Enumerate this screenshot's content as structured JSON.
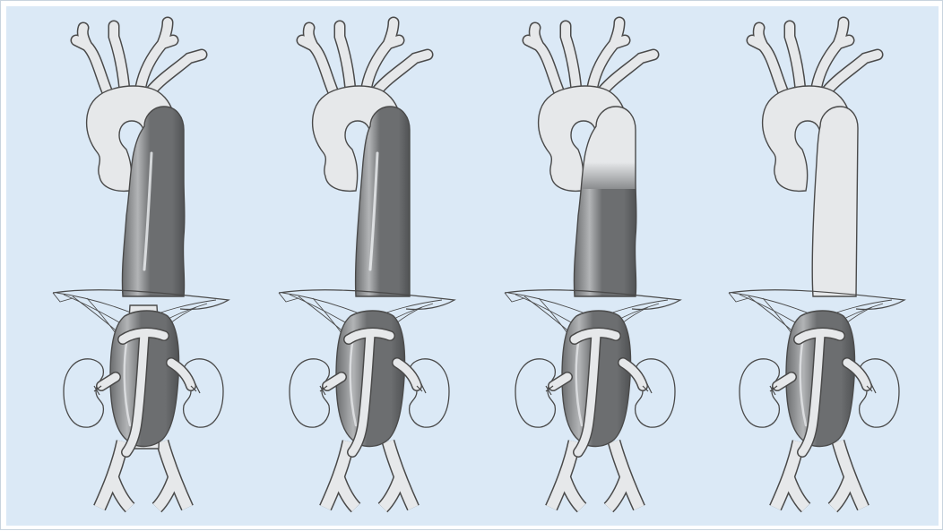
{
  "figure": {
    "background": "#dbe9f6",
    "colors": {
      "vessel_fill": "#e6e8ea",
      "vessel_stroke": "#4a4a4a",
      "disease_dark": "#6c6e70",
      "disease_light": "#b2b4b6",
      "highlight": "#eef0f2"
    },
    "panels": [
      {
        "id": "panel-1",
        "thoracic_disease": "extensive",
        "abdominal_disease": "extensive"
      },
      {
        "id": "panel-2",
        "thoracic_disease": "extensive",
        "abdominal_disease": "extensive"
      },
      {
        "id": "panel-3",
        "thoracic_disease": "distal",
        "abdominal_disease": "extensive"
      },
      {
        "id": "panel-4",
        "thoracic_disease": "none",
        "abdominal_disease": "extensive"
      }
    ]
  }
}
